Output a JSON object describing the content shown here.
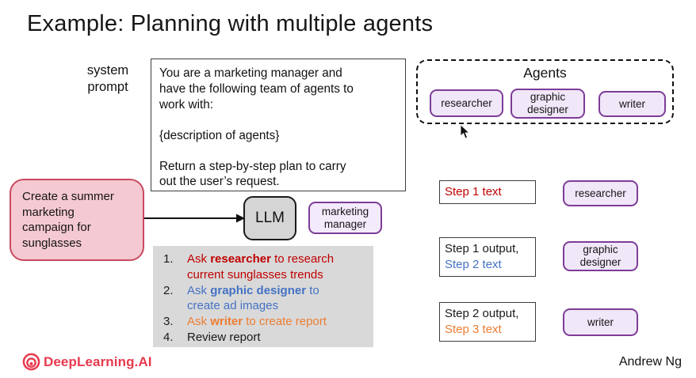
{
  "slide": {
    "title": "Example: Planning with multiple agents",
    "author": "Andrew Ng"
  },
  "brand": {
    "name": "DeepLearning.AI",
    "color": "#E8394E"
  },
  "system_prompt": {
    "label": "system\nprompt",
    "paragraphs": [
      "You are a marketing manager and\nhave the following team of agents to\nwork with:",
      "{description of agents}",
      "Return a step-by-step plan to carry\nout the user’s request."
    ]
  },
  "agents_panel": {
    "title": "Agents",
    "items": [
      {
        "label": "researcher"
      },
      {
        "label": "graphic\ndesigner"
      },
      {
        "label": "writer"
      }
    ]
  },
  "user_request": {
    "text": "Create a summer\nmarketing\ncampaign for\nsunglasses",
    "fill": "#F5C9D1",
    "border": "#C94A60"
  },
  "llm": {
    "label": "LLM"
  },
  "role_chip": {
    "label": "marketing\nmanager"
  },
  "plan": {
    "items": [
      {
        "num": "1.",
        "prefix": "Ask ",
        "bold": "researcher",
        "suffix": " to research\ncurrent sunglasses trends",
        "color": "#C00000"
      },
      {
        "num": "2.",
        "prefix": "Ask ",
        "bold": "graphic designer",
        "suffix": " to\ncreate ad images",
        "color": "#4472C4"
      },
      {
        "num": "3.",
        "prefix": "Ask ",
        "bold": "writer",
        "suffix": " to create report",
        "color": "#ED7D31"
      },
      {
        "num": "4.",
        "prefix": "Review report",
        "bold": "",
        "suffix": "",
        "color": "#1A1A1A"
      }
    ]
  },
  "steps": [
    {
      "lines": [
        {
          "text": "Step 1 text",
          "color": "#C00000"
        }
      ],
      "agent": "researcher"
    },
    {
      "lines": [
        {
          "text": "Step 1 output,",
          "color": "#1A1A1A"
        },
        {
          "text": "Step 2 text",
          "color": "#4472C4"
        }
      ],
      "agent": "graphic\ndesigner"
    },
    {
      "lines": [
        {
          "text": "Step 2 output,",
          "color": "#1A1A1A"
        },
        {
          "text": "Step 3 text",
          "color": "#ED7D31"
        }
      ],
      "agent": "writer"
    }
  ],
  "accents": {
    "chip_fill": "#F0E7F9",
    "chip_border": "#7D3C98",
    "plan_box_fill": "#D9D9D9",
    "llm_fill": "#D5D5D5"
  }
}
